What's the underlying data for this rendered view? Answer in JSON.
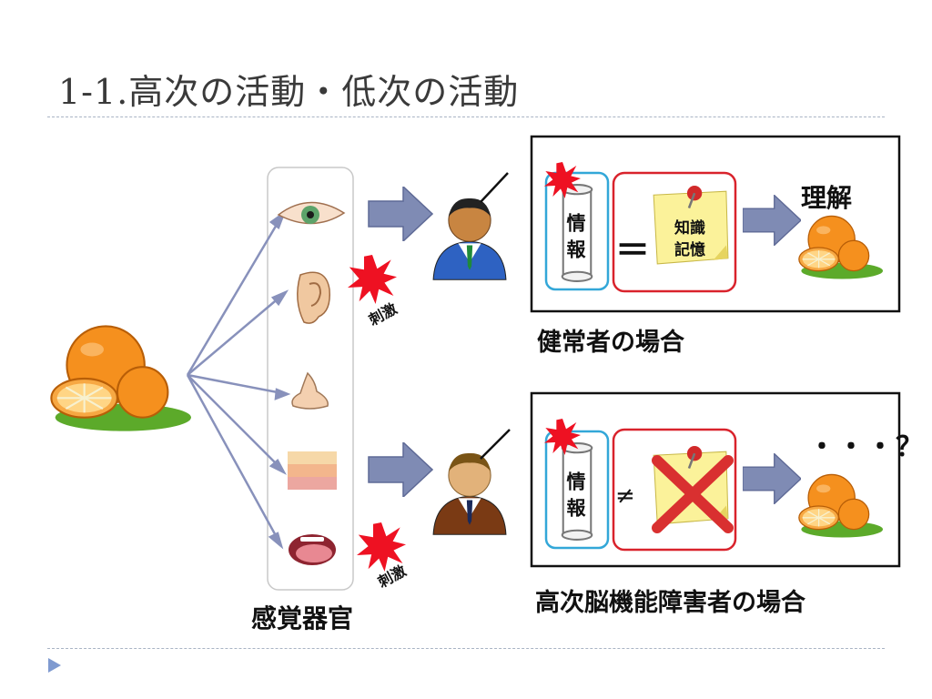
{
  "title": "1-1.高次の活動・低次の活動",
  "labels": {
    "sense_organs": "感覚器官",
    "normal_case": "健常者の場合",
    "impaired_case": "高次脳機能障害者の場合",
    "understanding": "理解",
    "unknown": "・・・？",
    "info": "情報",
    "note_line1": "知識",
    "note_line2": "記憶",
    "equal": "＝",
    "not_equal": "≠",
    "stimulus": "刺激"
  },
  "icons": [
    "orange-icon",
    "eye-icon",
    "ear-icon",
    "nose-icon",
    "skin-icon",
    "tongue-icon",
    "person-icon",
    "sticky-note-icon",
    "push-pin-icon",
    "scroll-icon",
    "burst-icon",
    "block-arrow-icon",
    "cross-icon"
  ],
  "colors": {
    "orange": "#f5901e",
    "arrow_fill": "#7f8bb4",
    "arrow_line": "#8891bb",
    "info_border": "#33a7d8",
    "memory_border": "#d9232c",
    "burst": "#ee1122",
    "note": "#fbf29a",
    "cross": "#d93030",
    "suit_blue": "#2e62c2",
    "suit_brown": "#7a3a14"
  }
}
